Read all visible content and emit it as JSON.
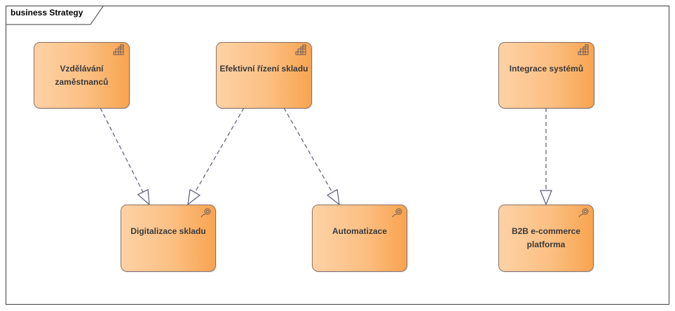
{
  "diagram": {
    "frame_title": "business Strategy",
    "colors": {
      "node_fill_light": "#fdd2a6",
      "node_fill_dark": "#f8a44f",
      "node_border": "#8c6f6a",
      "connector": "#5a5a7a"
    },
    "nodes": {
      "vzdelavani": {
        "label": "Vzdělávání\nzaměstnanců",
        "icon": "capability-icon"
      },
      "efektivni": {
        "label": "Efektivní řízení skladu",
        "icon": "capability-icon"
      },
      "integrace": {
        "label": "Integrace systémů",
        "icon": "capability-icon"
      },
      "digitalizace": {
        "label": "Digitalizace skladu",
        "icon": "business-service-icon"
      },
      "automatizace": {
        "label": "Automatizace",
        "icon": "business-service-icon"
      },
      "b2b": {
        "label": "B2B e-commerce\nplatforma",
        "icon": "business-service-icon"
      }
    },
    "connectors": [
      {
        "from": "vzdelavani",
        "to": "digitalizace",
        "type": "realization"
      },
      {
        "from": "efektivni",
        "to": "digitalizace",
        "type": "realization"
      },
      {
        "from": "efektivni",
        "to": "automatizace",
        "type": "realization"
      },
      {
        "from": "integrace",
        "to": "b2b",
        "type": "realization"
      }
    ]
  }
}
